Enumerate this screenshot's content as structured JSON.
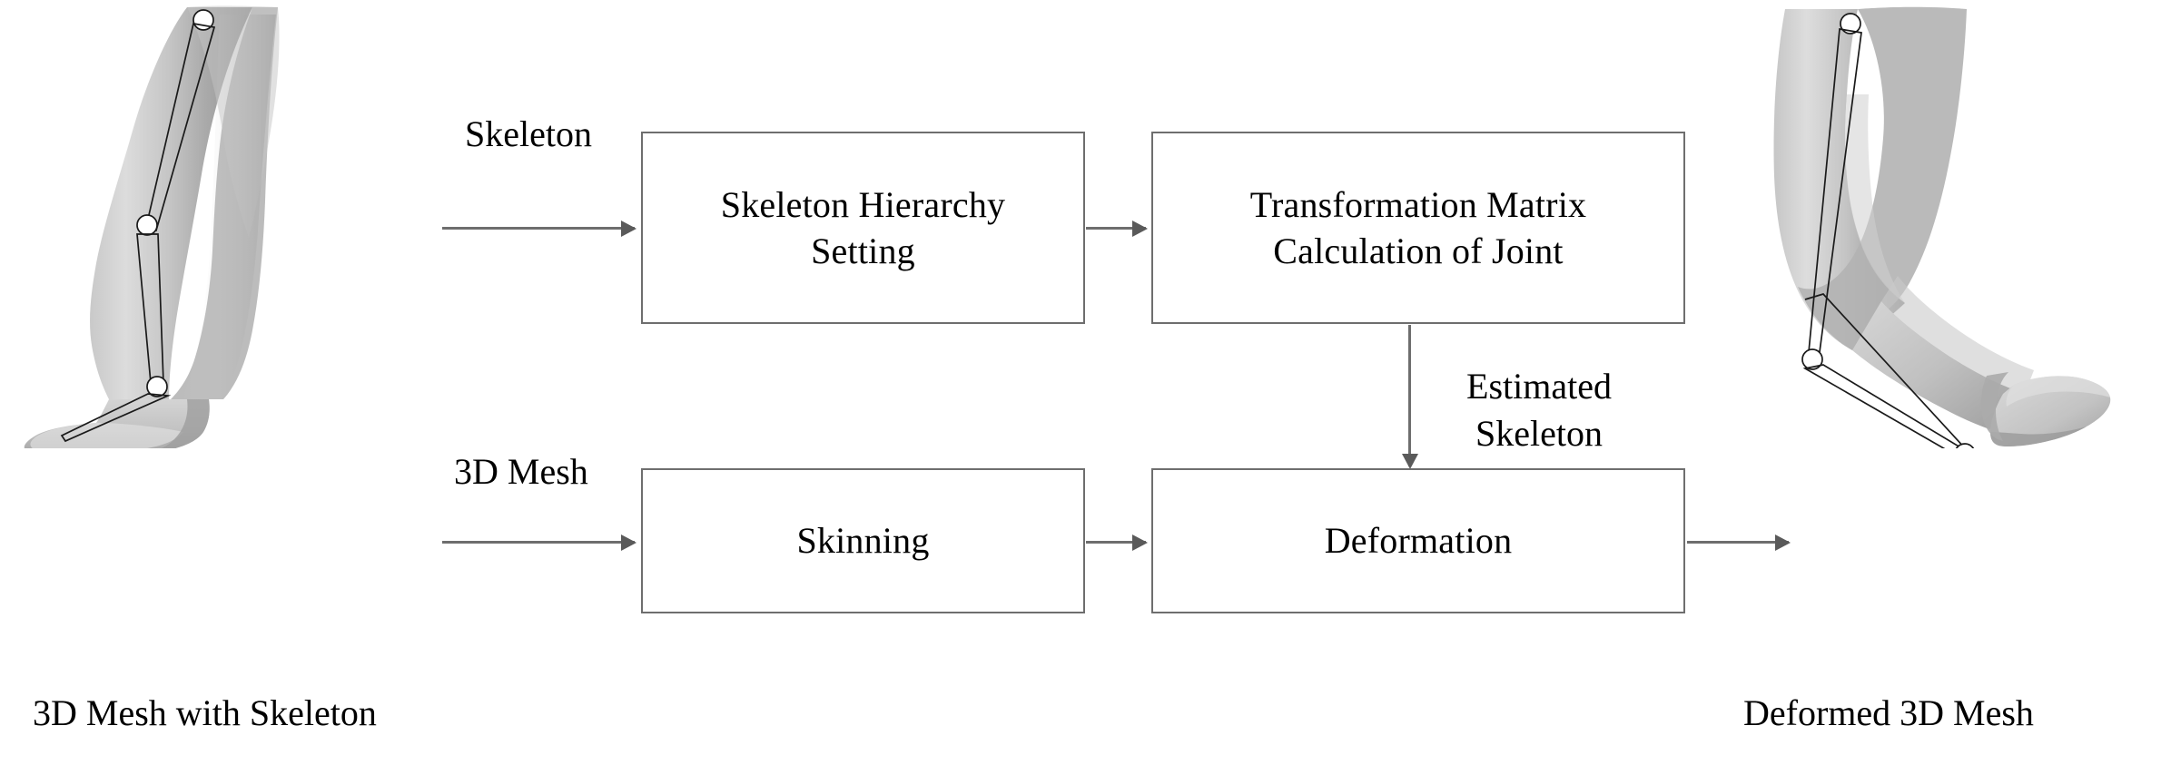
{
  "figure": {
    "type": "block-diagram",
    "title": "Skeleton-based 3D mesh deformation pipeline"
  },
  "boxes": [
    {
      "id": "skeleton-hierarchy-setting",
      "label": "Skeleton Hierarchy\nSetting"
    },
    {
      "id": "transformation-matrix-calculation-of-joint",
      "label": "Transformation Matrix\nCalculation of Joint"
    },
    {
      "id": "skinning",
      "label": "Skinning"
    },
    {
      "id": "deformation",
      "label": "Deformation"
    }
  ],
  "box_labels": {
    "hierarchy_line1": "Skeleton Hierarchy",
    "hierarchy_line2": "Setting",
    "transform_line1": "Transformation Matrix",
    "transform_line2": "Calculation of Joint",
    "skinning": "Skinning",
    "deformation": "Deformation"
  },
  "flow_labels": {
    "skeleton": "Skeleton",
    "mesh_3d": "3D Mesh",
    "estimated_line1": "Estimated",
    "estimated_line2": "Skeleton"
  },
  "captions": {
    "left": "3D Mesh with Skeleton",
    "right": "Deformed 3D Mesh"
  },
  "figures": {
    "left_mesh_name": "leg-mesh-with-skeleton",
    "right_mesh_name": "deformed-leg-mesh"
  },
  "colors": {
    "background": "#ffffff",
    "box_border": "#6e6e6e",
    "arrow": "#6e6e6e",
    "arrow_head": "#5a5a5a",
    "text": "#000000",
    "mesh_light": "#d9d9d9",
    "mesh_mid": "#b4b4b4",
    "mesh_dark": "#8e8e8e",
    "bone_outline": "#1a1a1a"
  }
}
